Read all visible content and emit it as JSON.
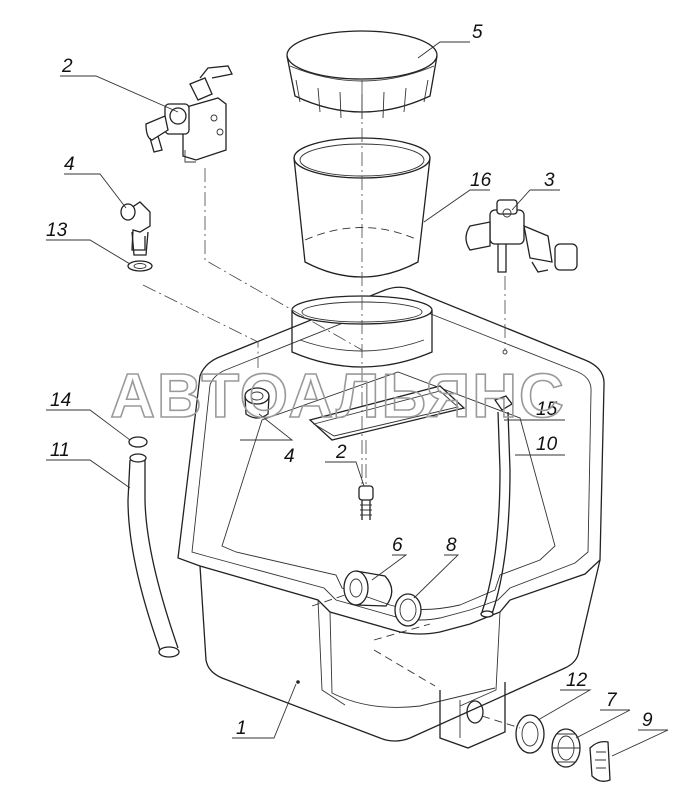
{
  "watermark": "АВТОАЛЬЯНС",
  "labels": {
    "p1": "1",
    "p2a": "2",
    "p2b": "2",
    "p3": "3",
    "p4a": "4",
    "p4b": "4",
    "p5": "5",
    "p6": "6",
    "p7": "7",
    "p8": "8",
    "p9": "9",
    "p10": "10",
    "p11": "11",
    "p12": "12",
    "p13": "13",
    "p14": "14",
    "p15": "15",
    "p16": "16"
  }
}
